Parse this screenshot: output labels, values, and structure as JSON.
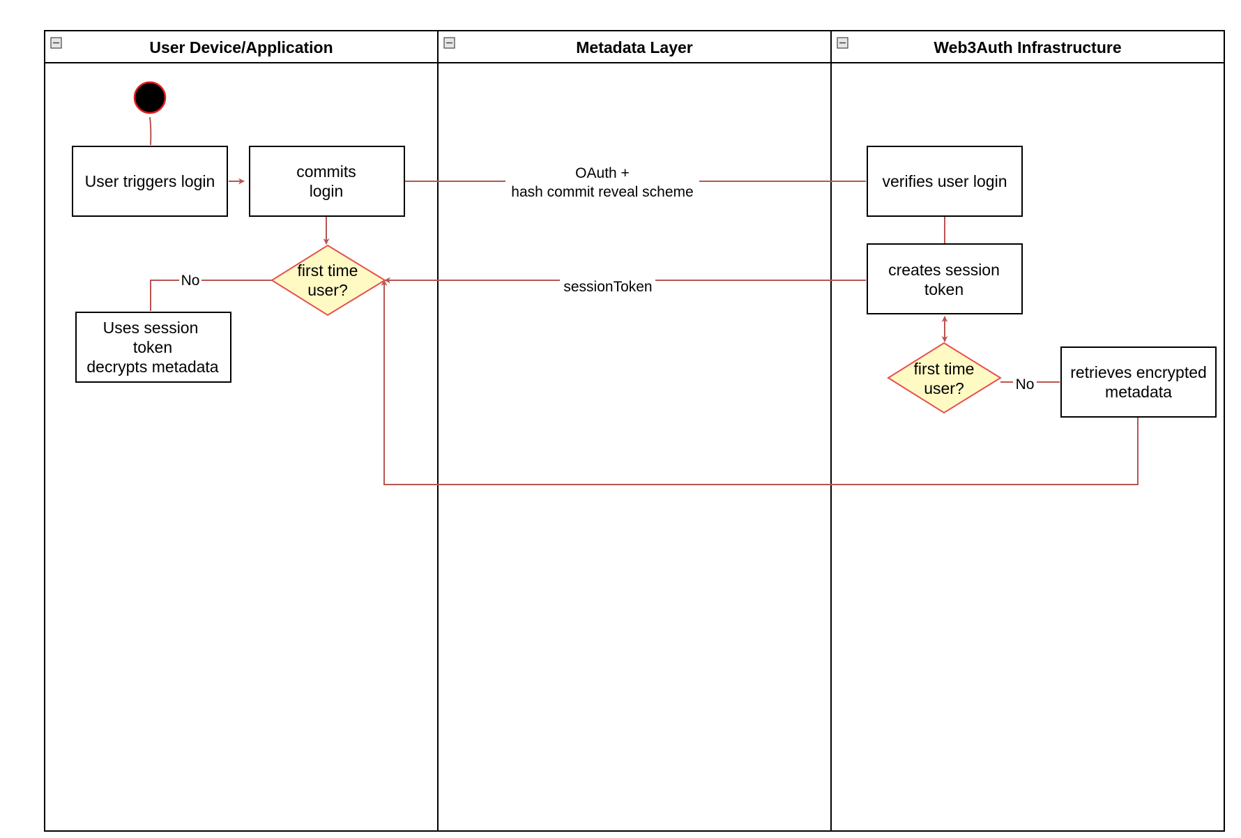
{
  "lanes": [
    {
      "title": "User Device/Application"
    },
    {
      "title": "Metadata Layer"
    },
    {
      "title": "Web3Auth Infrastructure"
    }
  ],
  "nodes": {
    "user_triggers": [
      "User triggers login"
    ],
    "commits": [
      "commits",
      "login"
    ],
    "first_time_user_left": [
      "first time",
      "user?"
    ],
    "uses_session": [
      "Uses session",
      "token",
      "decrypts metadata"
    ],
    "verifies": [
      "verifies user login"
    ],
    "creates_session": [
      "creates session",
      "token"
    ],
    "first_time_user_right": [
      "first time",
      "user?"
    ],
    "retrieves": [
      "retrieves encrypted",
      "metadata"
    ]
  },
  "edges": {
    "oauth": [
      "OAuth +",
      "hash commit reveal scheme"
    ],
    "session_token": [
      "sessionToken"
    ],
    "no_left": [
      "No"
    ],
    "no_right": [
      "No"
    ]
  },
  "colors": {
    "edge": "#b85450",
    "decision_fill": "#fff9c4",
    "decision_stroke": "#e84e4e",
    "start_fill": "#000000",
    "start_stroke": "#e02020"
  }
}
